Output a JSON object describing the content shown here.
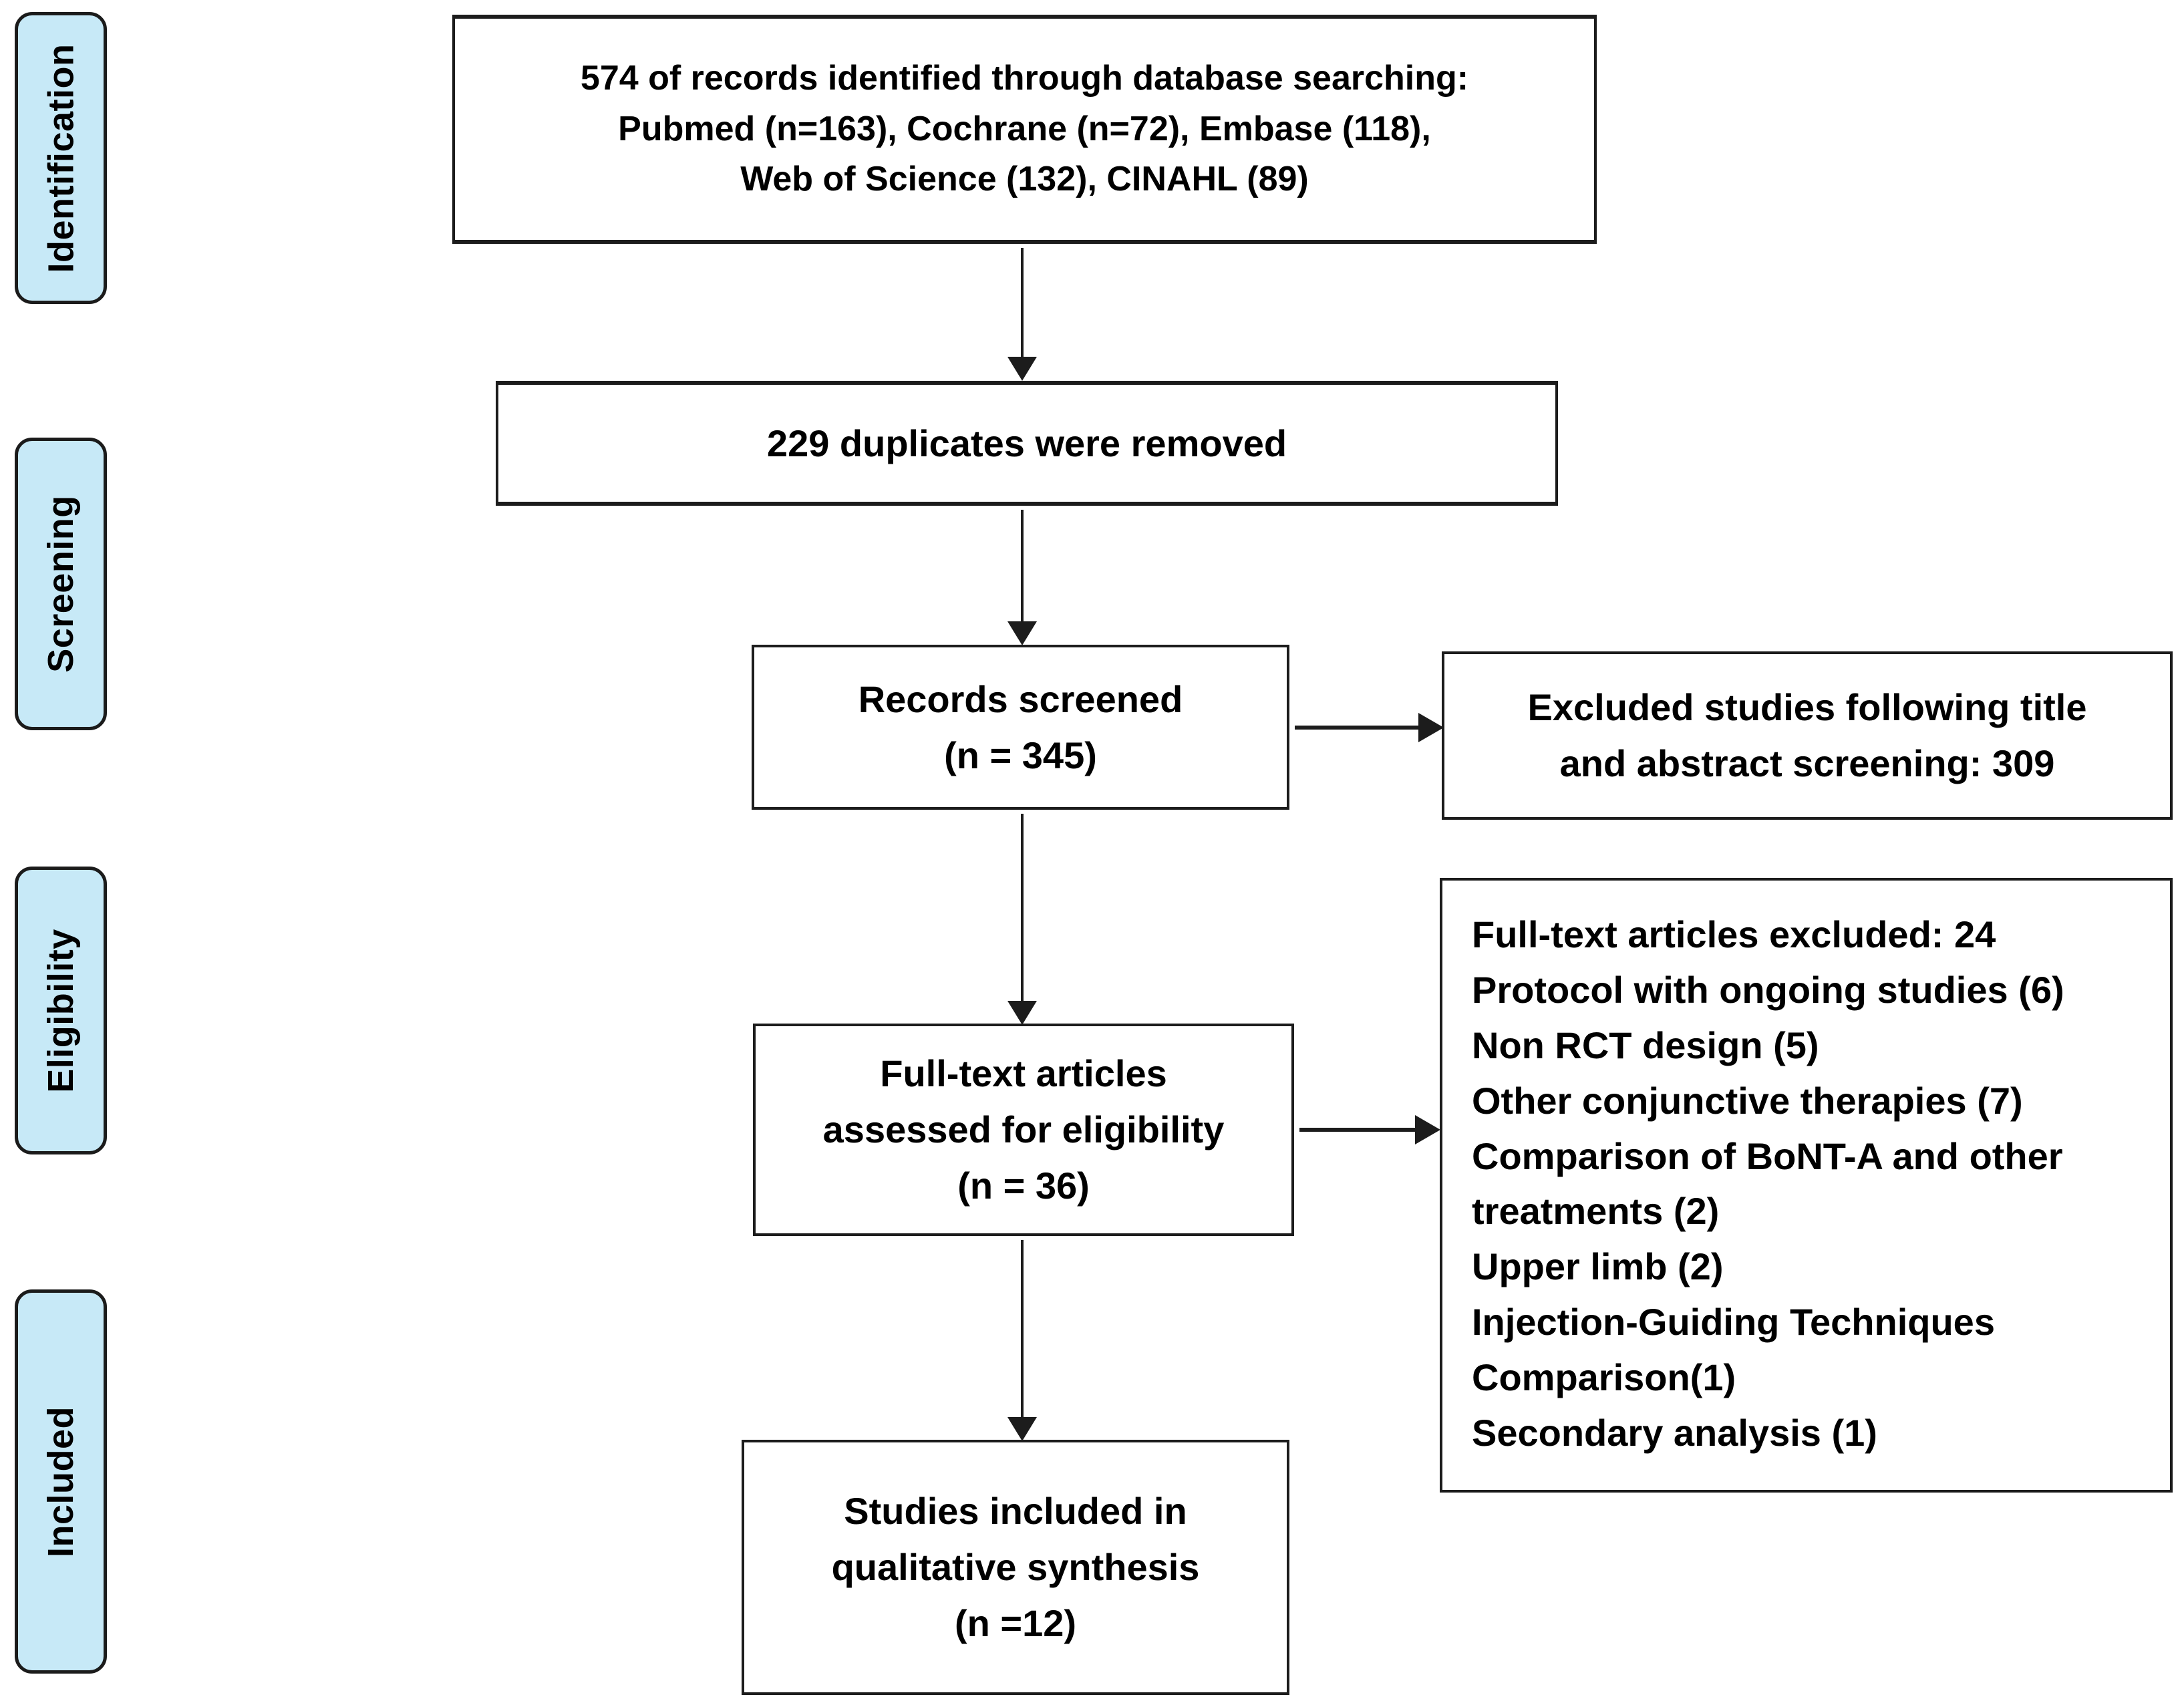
{
  "diagram": {
    "type": "prisma-flow",
    "stages": [
      {
        "label": "Identification"
      },
      {
        "label": "Screening"
      },
      {
        "label": "Eligibility"
      },
      {
        "label": "Included"
      }
    ],
    "boxes": {
      "identified": {
        "lines": [
          "574 of records identified through database searching:",
          "Pubmed (n=163), Cochrane (n=72), Embase (118),",
          "Web of Science (132), CINAHL (89)"
        ]
      },
      "duplicates": {
        "text": "229 duplicates were removed"
      },
      "screened": {
        "lines": [
          "Records screened",
          "(n = 345)"
        ]
      },
      "excluded_screening": {
        "lines": [
          "Excluded studies following title",
          "and abstract screening: 309"
        ]
      },
      "fulltext": {
        "lines": [
          "Full-text articles",
          "assessed for eligibility",
          "(n = 36)"
        ]
      },
      "exclusion_reasons": {
        "lines": [
          "Full-text articles excluded: 24",
          "Protocol with ongoing studies (6)",
          "Non RCT design (5)",
          "Other conjunctive therapies (7)",
          "Comparison of BoNT-A and other",
          "treatments (2)",
          "Upper limb (2)",
          "Injection-Guiding Techniques",
          "Comparison(1)",
          "Secondary analysis (1)"
        ]
      },
      "included": {
        "lines": [
          "Studies included in",
          "qualitative synthesis",
          "(n =12)"
        ]
      }
    },
    "colors": {
      "stage_fill": "#c7e9f7",
      "stage_border": "#1b1b1b",
      "box_border": "#1c1c1c",
      "box_fill": "#ffffff",
      "arrow": "#1c1c1c",
      "text": "#000000"
    }
  }
}
